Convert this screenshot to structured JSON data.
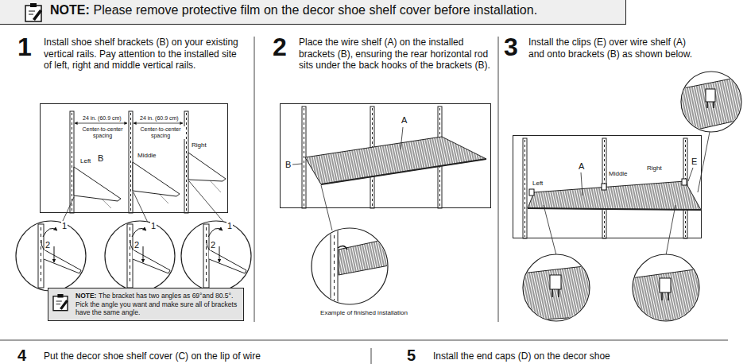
{
  "diagram": {
    "nodes": [
      {
        "text": [
          "NOTE:",
          "Please remove protective film on the decor shoe shelf cover before installation."
        ]
      },
      {
        "text": [
          "24 in. (60.9 cm)",
          "24 in. (60.9 cm)",
          "Center-to-center spacing",
          "Center-to-center spacing",
          "Left",
          "B",
          "Middle",
          "Right"
        ]
      },
      {
        "text": [
          "NOTE:",
          "The bracket has two angles as 69°and 80.5°. Pick the angle you want and make sure all of brackets have the same angle."
        ]
      },
      {
        "text": [
          "A",
          "B"
        ]
      },
      {
        "text": [
          "A",
          "Middle",
          "Right",
          "Left",
          "E"
        ]
      }
    ],
    "labels": [
      "1",
      "Install shoe shelf brackets (B) on your existing vertical rails. Pay attention to the installed site of left, right and middle vertical rails.",
      "2",
      "Place the wire shelf (A) on the installed brackets (B), ensuring the rear horizontal rod sits under the back hooks of the brackets (B).",
      "3",
      "Install the clips (E) over wire shelf (A) and onto brackets (B) as shown below.",
      "1",
      "2",
      "1",
      "2",
      "1",
      "2",
      "Example of finished installation",
      "4",
      "Put the decor shoe shelf cover (C) on the lip of wire",
      "5",
      "Install the end caps (D) on the decor shoe"
    ]
  }
}
